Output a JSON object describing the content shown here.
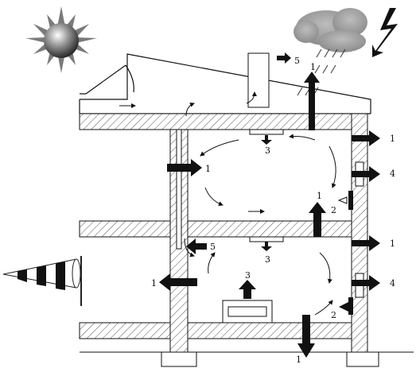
{
  "labels": {
    "roof_outlet": "5",
    "roof_up": "1",
    "top_right": "1",
    "ceiling_outlet": "3",
    "shaft_inlet_upper": "1",
    "right_4_upper": "4",
    "upper_floor_up": "1",
    "upper_vent": "2",
    "mid_right": "1",
    "shaft_outlet": "5",
    "mid_outlet": "3",
    "lower_right_4": "4",
    "left_out": "1",
    "heater_up": "3",
    "lower_vent": "2",
    "bottom_down": "1"
  },
  "colors": {
    "ink": "#111111",
    "hatch": "#555555"
  }
}
